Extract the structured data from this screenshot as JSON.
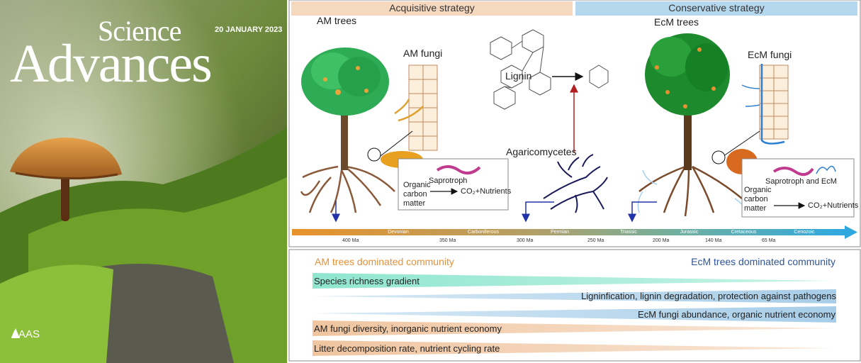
{
  "cover": {
    "masthead_top": "Science",
    "masthead_main": "Advances",
    "date": "20 JANUARY 2023",
    "publisher": "AAAS"
  },
  "diagram": {
    "left_strategy": "Acquisitive strategy",
    "right_strategy": "Conservative strategy",
    "am_trees": "AM trees",
    "am_fungi": "AM fungi",
    "ecm_trees": "EcM trees",
    "ecm_fungi": "EcM fungi",
    "lignin": "Lignin",
    "agaricomycetes": "Agaricomycetes",
    "left_box": {
      "saprotroph": "Saprotroph",
      "organic": "Organic",
      "carbon": "carbon",
      "matter": "matter",
      "product": "CO₂+Nutrients"
    },
    "right_box": {
      "saprotroph": "Saprotroph and EcM",
      "organic": "Organic",
      "carbon": "carbon",
      "matter": "matter",
      "product": "CO₂+Nutrients"
    },
    "timeline": {
      "eras": [
        "Devonian",
        "Carboniferous",
        "Permian",
        "Triassic",
        "Jurassic",
        "Cretaceous",
        "Cenozoic"
      ],
      "ticks": [
        "400 Ma",
        "350 Ma",
        "300 Ma",
        "250 Ma",
        "200 Ma",
        "140 Ma",
        "65 Ma"
      ]
    },
    "colors": {
      "orange": "#e8a04a",
      "blue": "#4fa8d8",
      "am": "#e3923a",
      "ecm": "#2f5597",
      "green_grad": "#8fe3cc",
      "blue_grad": "#a9cfe8",
      "orange_grad": "#f2c9a6"
    }
  },
  "community": {
    "am_label": "AM trees dominated community",
    "ecm_label": "EcM trees dominated community",
    "gradients": [
      "Species richness gradient",
      "Ligninfication, lignin degradation, protection against pathogens",
      "EcM fungi abundance, organic nutrient economy",
      "AM fungi diversity, inorganic nutrient economy",
      "Litter decomposition rate, nutrient cycling rate"
    ]
  }
}
